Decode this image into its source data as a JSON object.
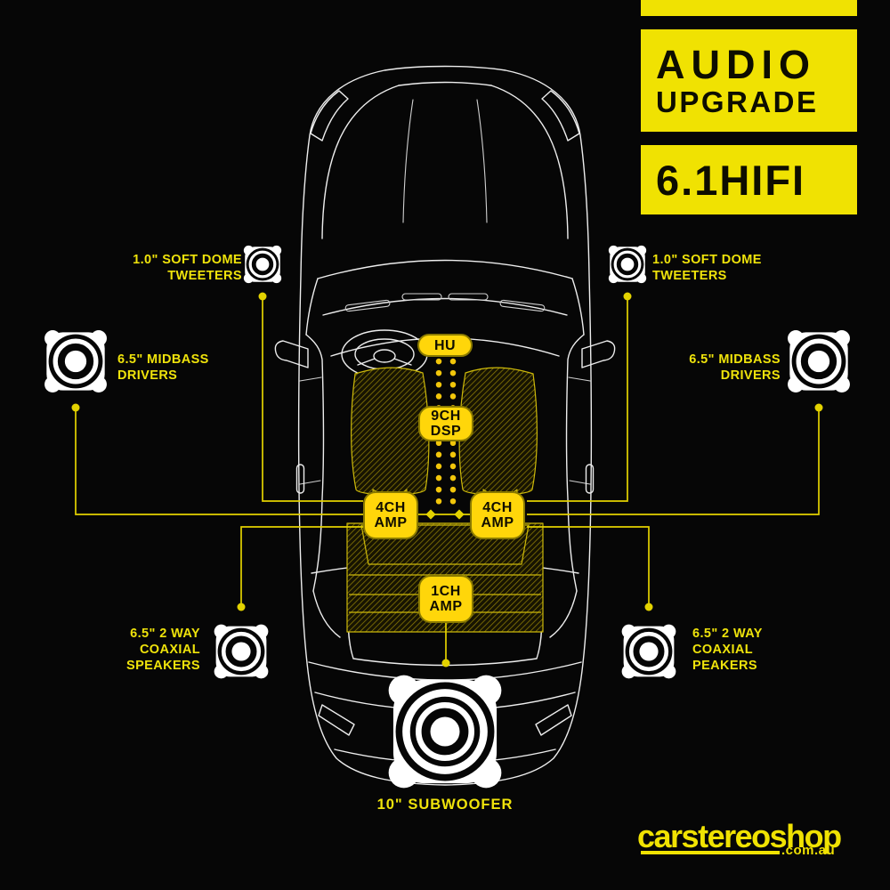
{
  "header": {
    "title_line1": "AUDIO",
    "title_line2": "UPGRADE",
    "spec": "6.1HIFI"
  },
  "labels": {
    "tweeter_left": [
      "1.0\" SOFT DOME",
      "TWEETERS"
    ],
    "tweeter_right": [
      "1.0\" SOFT DOME",
      "TWEETERS"
    ],
    "midbass_left": [
      "6.5\" MIDBASS",
      "DRIVERS"
    ],
    "midbass_right": [
      "6.5\" MIDBASS",
      "DRIVERS"
    ],
    "coaxial_left": [
      "6.5\" 2 WAY",
      "COAXIAL",
      "SPEAKERS"
    ],
    "coaxial_right": [
      "6.5\" 2 WAY",
      "COAXIAL",
      "PEAKERS"
    ],
    "subwoofer": [
      "10\" SUBWOOFER"
    ]
  },
  "boxes": {
    "head_unit": [
      "HU"
    ],
    "dsp": [
      "9CH",
      "DSP"
    ],
    "amp_front_left": [
      "4CH",
      "AMP"
    ],
    "amp_front_right": [
      "4CH",
      "AMP"
    ],
    "amp_sub": [
      "1CH",
      "AMP"
    ]
  },
  "footer": {
    "brand": "carstereoshop",
    "domain": ".com.au"
  },
  "icons": {
    "tweeter_left": "speaker-icon",
    "tweeter_right": "speaker-icon",
    "midbass_left": "speaker-icon",
    "midbass_right": "speaker-icon",
    "coaxial_left": "speaker-icon",
    "coaxial_right": "speaker-icon",
    "subwoofer": "subwoofer-speaker-icon"
  },
  "colors": {
    "background": "#060606",
    "header_yellow": "#F0E202",
    "box_yellow": "#FFD60A",
    "label_yellow": "#EFE30B",
    "wire_yellow": "#E3D200",
    "dsp_dots_yellow": "#F2C60A",
    "seat_hatch": "#8F7E06",
    "seat_outline": "#CDB90A",
    "car_line": "#EDEDED",
    "box_text": "#100d00"
  }
}
